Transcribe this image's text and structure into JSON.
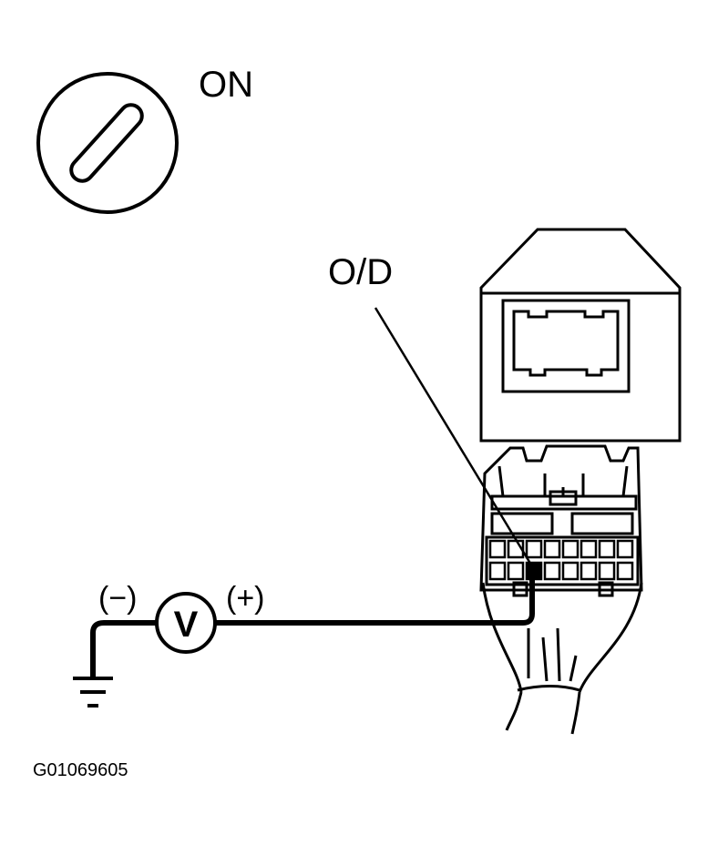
{
  "labels": {
    "switch_state": "ON",
    "terminal": "O/D",
    "minus": "(−)",
    "plus": "(+)",
    "meter_symbol": "V",
    "figure_code": "G01069605"
  }
}
